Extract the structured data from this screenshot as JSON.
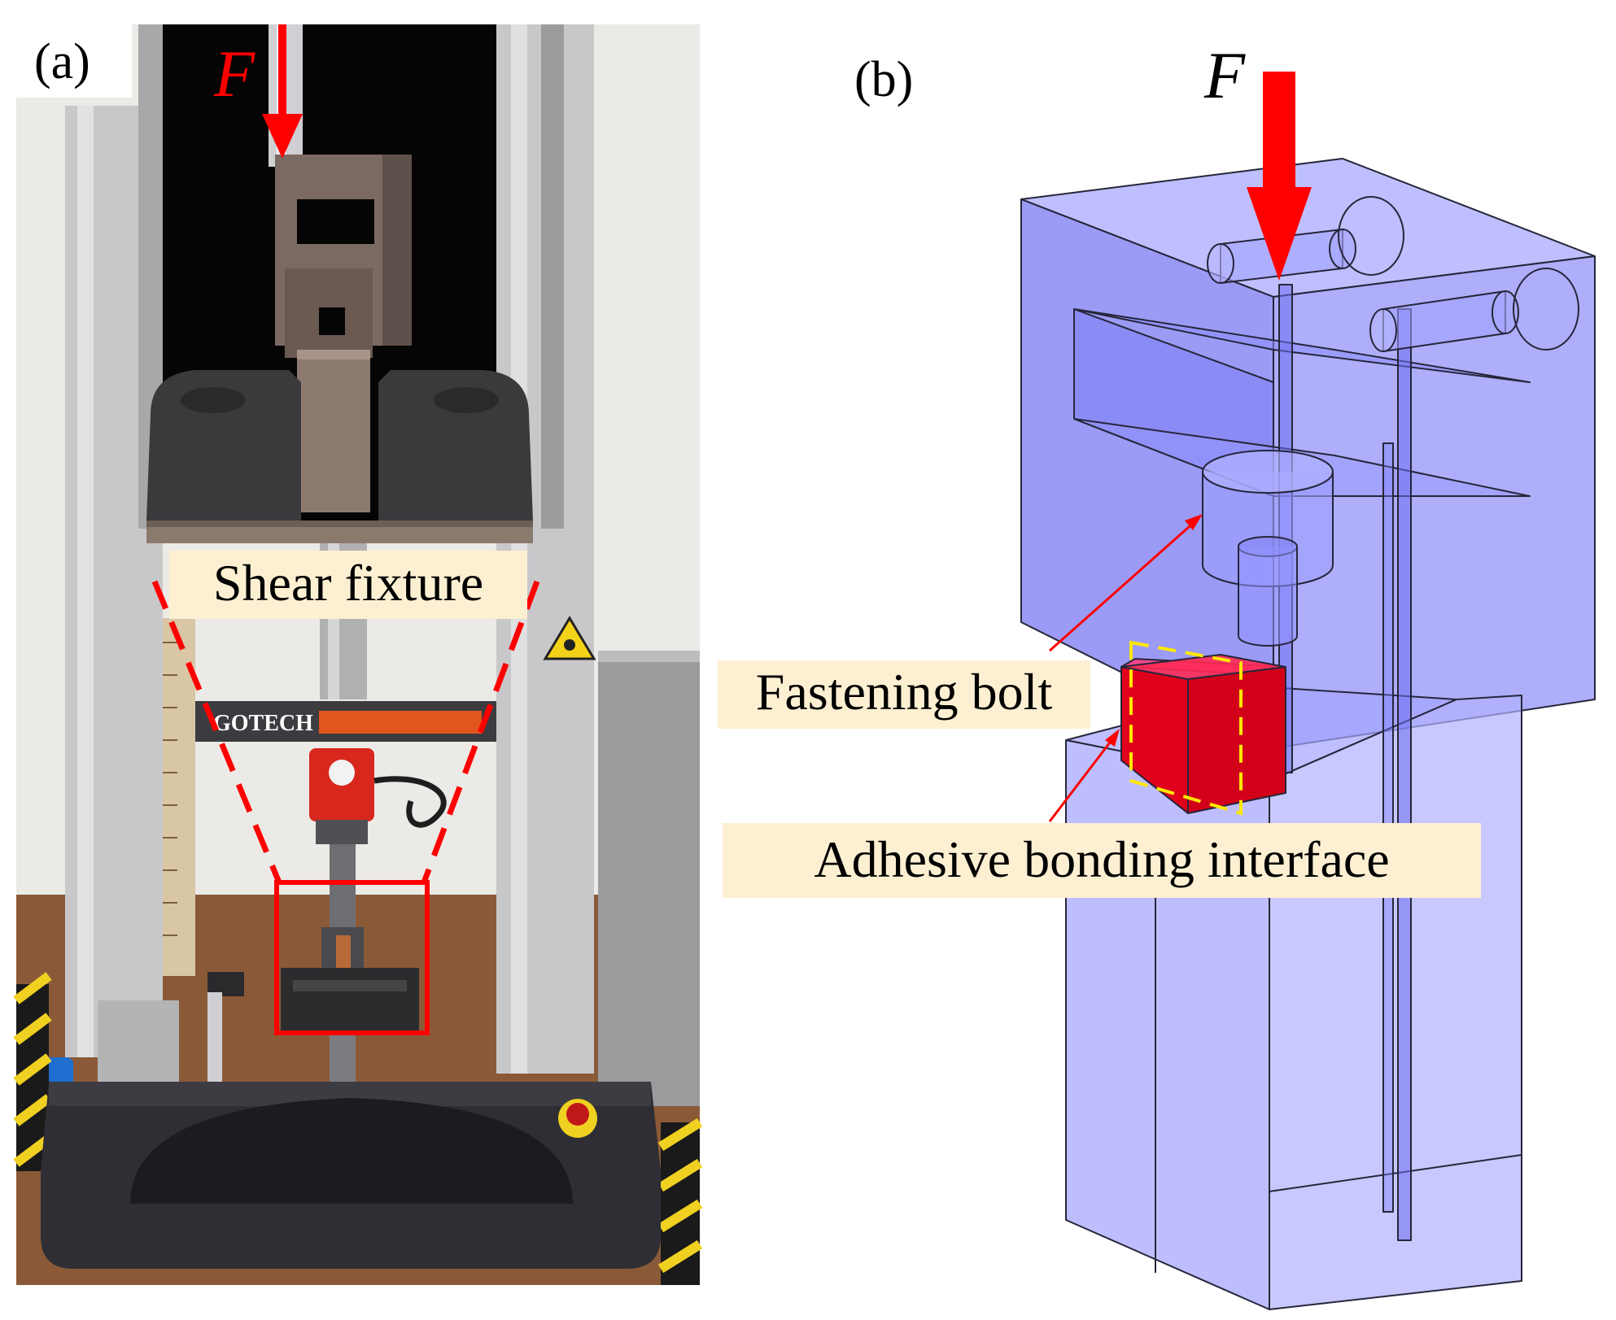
{
  "panels": {
    "a": {
      "label": "(a)",
      "force_label": "F",
      "shear_fixture_label": "Shear fixture",
      "machine_brand": "GOTECH"
    },
    "b": {
      "label": "(b)",
      "force_label": "F",
      "fastening_bolt_label": "Fastening bolt",
      "bonding_interface_label": "Adhesive bonding interface"
    }
  },
  "colors": {
    "force_arrow": "#ff0000",
    "callout_background": "#fdf0d2",
    "transparent_body": "#8c8cff",
    "bonded_specimen": "#e0001b",
    "interface_outline": "#ffe800",
    "zoom_frame": "#ff0000",
    "photo_background": "#000000"
  }
}
